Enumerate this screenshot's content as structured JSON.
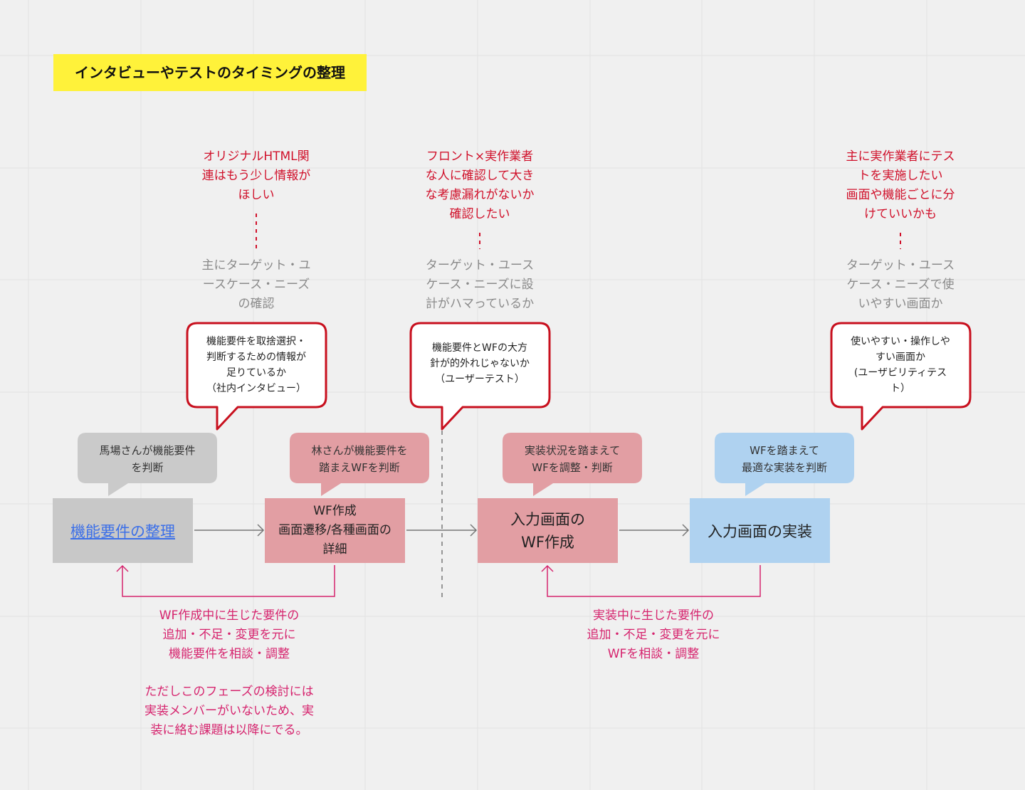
{
  "title": "インタビューやテストのタイミングの整理",
  "phases": [
    {
      "concern": "オリジナルHTML関\n連はもう少し情報が\nほしい",
      "check": "主にターゲット・ユ\nースケース・ニーズ\nの確認",
      "callout": "機能要件を取捨選択・\n判断するための情報が\n足りているか\n（社内インタビュー）"
    },
    {
      "concern": "フロント×実作業者\nな人に確認して大き\nな考慮漏れがないか\n確認したい",
      "check": "ターゲット・ユース\nケース・ニーズに設\n計がハマっているか",
      "callout": "機能要件とWFの大方\n針が的外れじゃないか\n（ユーザーテスト）"
    },
    {
      "concern": "主に実作業者にテス\nトを実施したい\n画面や機能ごとに分\nけていいかも",
      "check": "ターゲット・ユース\nケース・ニーズで使\nいやすい画面か",
      "callout": "使いやすい・操作しや\nすい画面か\n(ユーザビリティテス\nト）"
    }
  ],
  "steps": [
    {
      "label": "機能要件の整理",
      "note": "馬場さんが機能要件\nを判断",
      "color": "#c8c8c8"
    },
    {
      "label": "WF作成\n画面遷移/各種画面の\n詳細",
      "note": "林さんが機能要件を\n踏まえWFを判断",
      "color": "#e29ea3"
    },
    {
      "label": "入力画面の\nWF作成",
      "note": "実装状況を踏まえて\nWFを調整・判断",
      "color": "#e29ea3"
    },
    {
      "label": "入力画面の実装",
      "note": "WFを踏まえて\n最適な実装を判断",
      "color": "#afd2f0"
    }
  ],
  "feedback": [
    "WF作成中に生じた要件の\n追加・不足・変更を元に\n機能要件を相談・調整",
    "実装中に生じた要件の\n追加・不足・変更を元に\nWFを相談・調整"
  ],
  "footnote": "ただしこのフェーズの検討には\n実装メンバーがいないため、実\n装に絡む課題は以降にでる。",
  "colors": {
    "accent_red": "#d0102a",
    "feedback": "#d6246e",
    "highlight": "#fff23a",
    "link": "#3b6fe8"
  }
}
